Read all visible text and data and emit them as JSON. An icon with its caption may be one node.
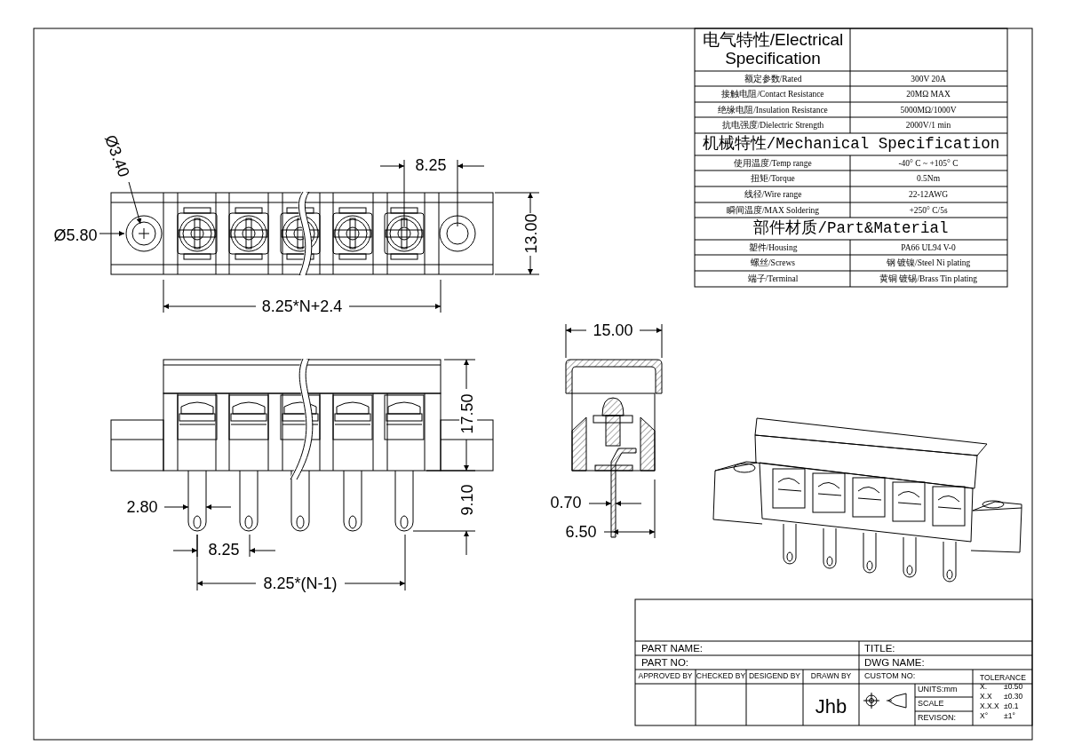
{
  "diagram": {
    "labels": [
      "电气特性/Electrical Specification",
      "额定参数/Rated",
      "300V 20A",
      "接触电阻/Contact Resistance",
      "20MΩ MAX",
      "绝缘电阻/Insulation Resistance",
      "5000MΩ/1000V",
      "抗电强度/Dielectric Strength",
      "2000V/1 min",
      "机械特性/Mechanical Specification",
      "使用温度/Temp range",
      "-40° C ~ +105° C",
      "扭矩/Torque",
      "0.5Nm",
      "线径/Wire range",
      "22-12AWG",
      "瞬间温度/MAX Soldering",
      "+250° C/5s",
      "部件材质/Part&Material",
      "塑件/Housing",
      "PA66 UL94 V-0",
      "螺丝/Screws",
      "钢 镀镍/Steel Ni plating",
      "端子/Terminal",
      "黄铜 镀锡/Brass Tin plating",
      "Ø3.40",
      "8.25",
      "Ø5.80",
      "13.00",
      "8.25*N+2.4",
      "15.00",
      "17.50",
      "2.80",
      "0.70",
      "9.10",
      "8.25",
      "6.50",
      "8.25*(N-1)",
      "PART NAME:",
      "TITLE:",
      "PART NO:",
      "DWG NAME:",
      "APPROVED BY",
      "CHECKED BY",
      "DESIGEND BY",
      "DRAWN BY",
      "CUSTOM NO:",
      "TOLERANCE",
      "UNITS:mm",
      "X.",
      "±0.50",
      "X.X",
      "±0.30",
      "SCALE",
      "X.X.X",
      "±0.1",
      "Jhb",
      "REVISON:",
      "X°",
      "±1°"
    ]
  }
}
